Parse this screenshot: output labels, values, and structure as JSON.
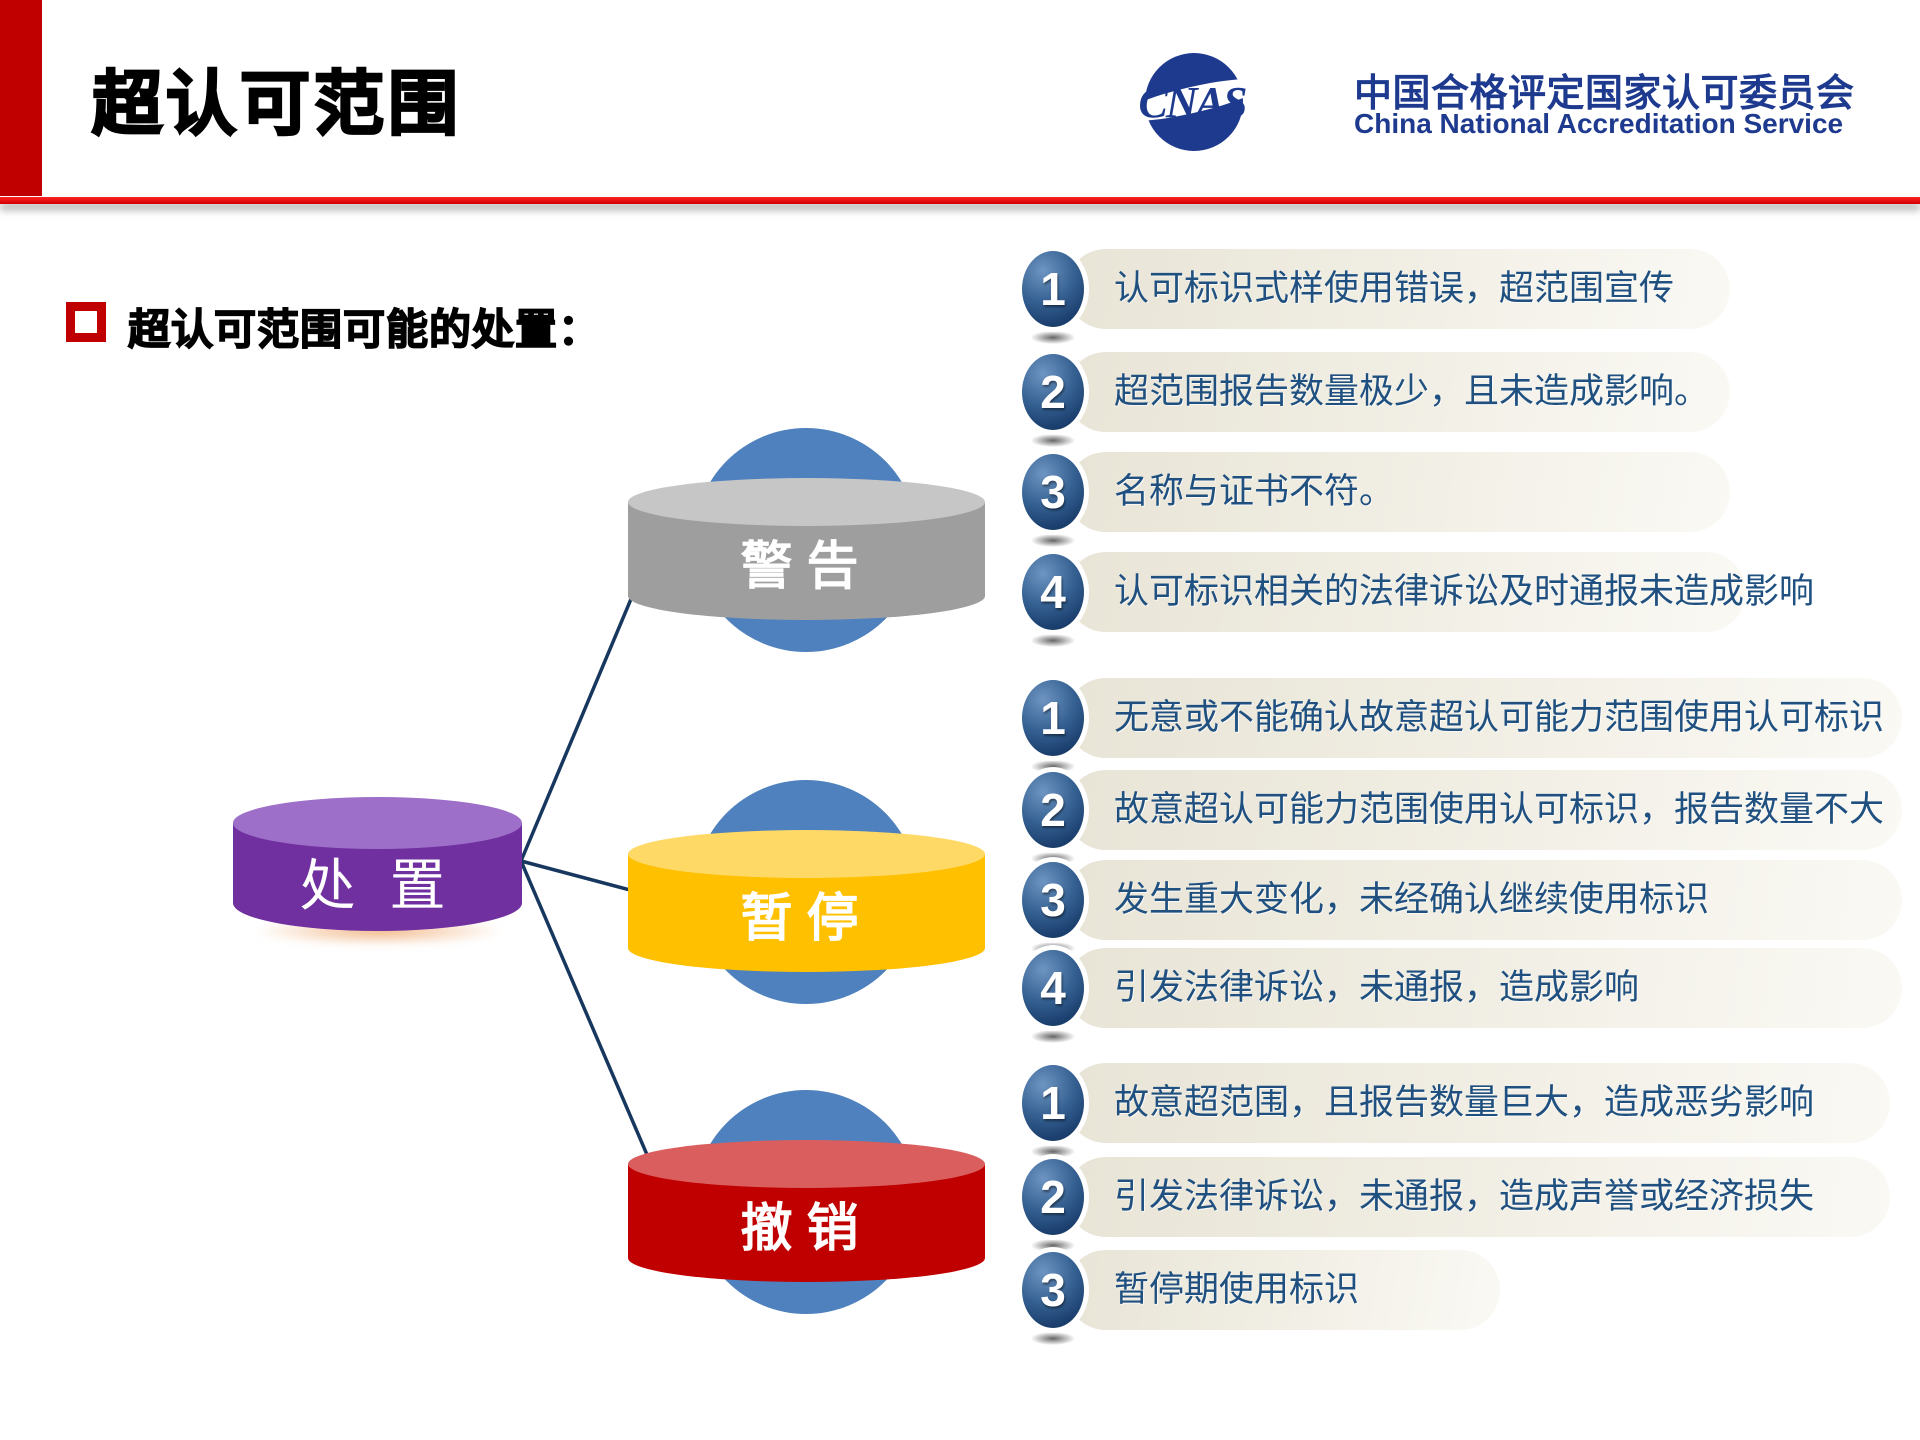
{
  "header": {
    "title": "超认可范围",
    "logo": {
      "abbr": "CNAS",
      "name_cn": "中国合格评定国家认可委员会",
      "name_en": "China National Accreditation Service"
    }
  },
  "bullet": {
    "text": "超认可范围可能的处置："
  },
  "diagram": {
    "root": {
      "label": "处 置",
      "color": "#7030A0"
    },
    "branches": [
      {
        "label": "警告",
        "color": "#9E9E9E"
      },
      {
        "label": "暂停",
        "color": "#FFC000"
      },
      {
        "label": "撤销",
        "color": "#C00000"
      }
    ],
    "circle_color": "#4E81BD",
    "line_color": "#17375E"
  },
  "groups": [
    {
      "branch": "警告",
      "items": [
        {
          "num": "1",
          "text": "认可标识式样使用错误，超范围宣传"
        },
        {
          "num": "2",
          "text": "超范围报告数量极少，且未造成影响。"
        },
        {
          "num": "3",
          "text": "名称与证书不符。"
        },
        {
          "num": "4",
          "text": "认可标识相关的法律诉讼及时通报未造成影响"
        }
      ]
    },
    {
      "branch": "暂停",
      "items": [
        {
          "num": "1",
          "text": "无意或不能确认故意超认可能力范围使用认可标识"
        },
        {
          "num": "2",
          "text": "故意超认可能力范围使用认可标识，报告数量不大"
        },
        {
          "num": "3",
          "text": "发生重大变化，未经确认继续使用标识"
        },
        {
          "num": "4",
          "text": "引发法律诉讼，未通报，造成影响"
        }
      ]
    },
    {
      "branch": "撤销",
      "items": [
        {
          "num": "1",
          "text": "故意超范围，且报告数量巨大，造成恶劣影响"
        },
        {
          "num": "2",
          "text": "引发法律诉讼，未通报，造成声誉或经济损失"
        },
        {
          "num": "3",
          "text": "暂停期使用标识"
        }
      ]
    }
  ],
  "colors": {
    "accent_red": "#C00000",
    "rule_red": "#EE0000",
    "navy": "#1E3A8F",
    "list_text": "#1F5080",
    "pill_bg": "#EAE6D8",
    "number_circle": "#1F4E79"
  }
}
